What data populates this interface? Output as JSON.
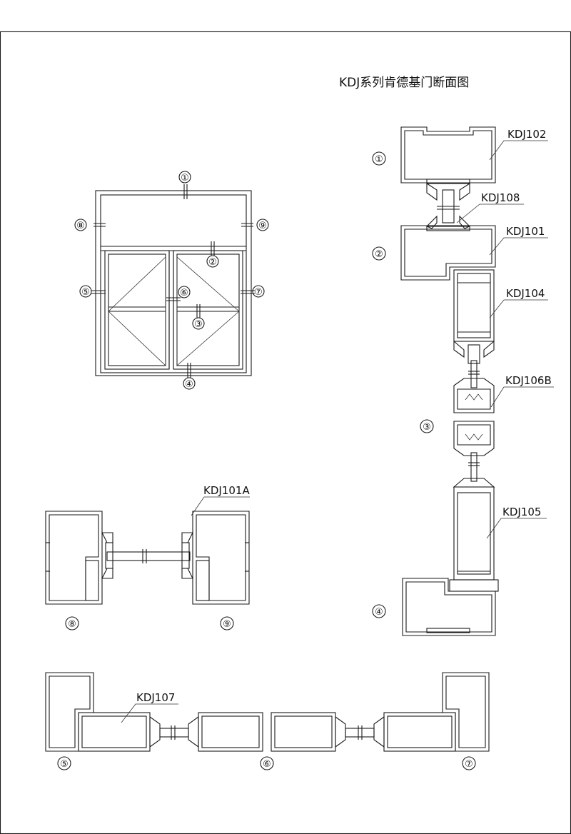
{
  "title": "KDJ系列肯德基门断面图",
  "callouts": {
    "c1": "①",
    "c2": "②",
    "c3": "③",
    "c4": "④",
    "c5": "⑤",
    "c6": "⑥",
    "c7": "⑦",
    "c8": "⑧",
    "c9": "⑨"
  },
  "labels": {
    "kdj102": "KDJ102",
    "kdj108": "KDJ108",
    "kdj101": "KDJ101",
    "kdj104": "KDJ104",
    "kdj106b": "KDJ106B",
    "kdj105": "KDJ105",
    "kdj101a": "KDJ101A",
    "kdj107": "KDJ107"
  },
  "colors": {
    "line": "#1a1a1a",
    "paper": "#ffffff"
  }
}
